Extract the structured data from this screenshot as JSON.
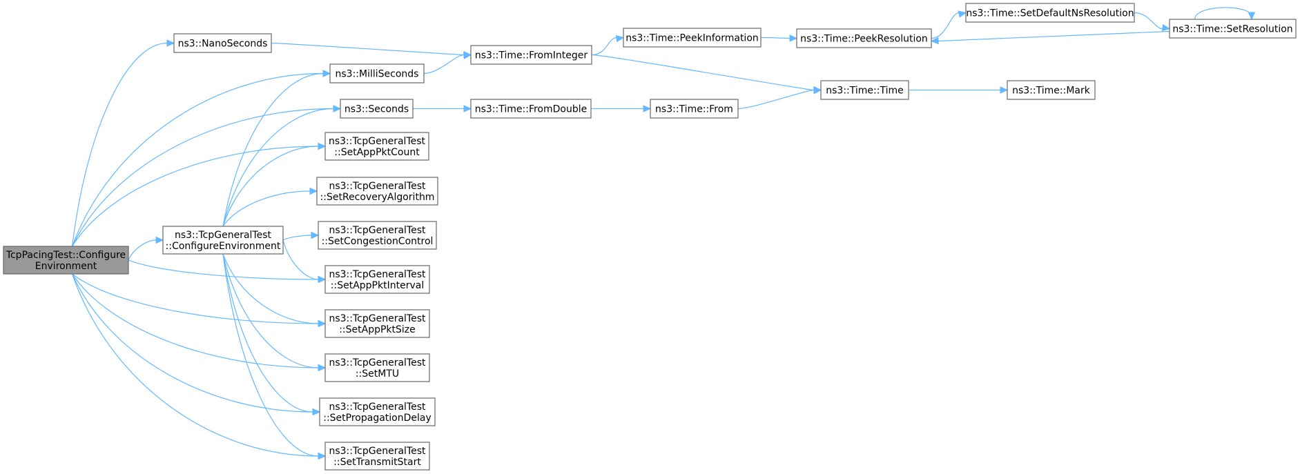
{
  "graph": {
    "nodes": [
      {
        "id": "root",
        "lines": [
          "TcpPacingTest::Configure",
          "Environment"
        ],
        "root": true
      },
      {
        "id": "nano",
        "lines": [
          "ns3::NanoSeconds"
        ]
      },
      {
        "id": "milli",
        "lines": [
          "ns3::MilliSeconds"
        ]
      },
      {
        "id": "seconds",
        "lines": [
          "ns3::Seconds"
        ]
      },
      {
        "id": "cfgenv",
        "lines": [
          "ns3::TcpGeneralTest",
          "::ConfigureEnvironment"
        ]
      },
      {
        "id": "pktcount",
        "lines": [
          "ns3::TcpGeneralTest",
          "::SetAppPktCount"
        ]
      },
      {
        "id": "recovery",
        "lines": [
          "ns3::TcpGeneralTest",
          "::SetRecoveryAlgorithm"
        ]
      },
      {
        "id": "congestion",
        "lines": [
          "ns3::TcpGeneralTest",
          "::SetCongestionControl"
        ]
      },
      {
        "id": "pktinterval",
        "lines": [
          "ns3::TcpGeneralTest",
          "::SetAppPktInterval"
        ]
      },
      {
        "id": "pktsize",
        "lines": [
          "ns3::TcpGeneralTest",
          "::SetAppPktSize"
        ]
      },
      {
        "id": "mtu",
        "lines": [
          "ns3::TcpGeneralTest",
          "::SetMTU"
        ]
      },
      {
        "id": "propdelay",
        "lines": [
          "ns3::TcpGeneralTest",
          "::SetPropagationDelay"
        ]
      },
      {
        "id": "txstart",
        "lines": [
          "ns3::TcpGeneralTest",
          "::SetTransmitStart"
        ]
      },
      {
        "id": "fromint",
        "lines": [
          "ns3::Time::FromInteger"
        ]
      },
      {
        "id": "fromdbl",
        "lines": [
          "ns3::Time::FromDouble"
        ]
      },
      {
        "id": "peekinfo",
        "lines": [
          "ns3::Time::PeekInformation"
        ]
      },
      {
        "id": "from",
        "lines": [
          "ns3::Time::From"
        ]
      },
      {
        "id": "peekres",
        "lines": [
          "ns3::Time::PeekResolution"
        ]
      },
      {
        "id": "time",
        "lines": [
          "ns3::Time::Time"
        ]
      },
      {
        "id": "setdefns",
        "lines": [
          "ns3::Time::SetDefaultNsResolution"
        ]
      },
      {
        "id": "mark",
        "lines": [
          "ns3::Time::Mark"
        ]
      },
      {
        "id": "setres",
        "lines": [
          "ns3::Time::SetResolution"
        ]
      }
    ],
    "edges": [
      {
        "from": "root",
        "to": "nano"
      },
      {
        "from": "root",
        "to": "milli"
      },
      {
        "from": "root",
        "to": "seconds"
      },
      {
        "from": "root",
        "to": "cfgenv"
      },
      {
        "from": "root",
        "to": "pktcount"
      },
      {
        "from": "root",
        "to": "pktinterval"
      },
      {
        "from": "root",
        "to": "pktsize"
      },
      {
        "from": "root",
        "to": "mtu"
      },
      {
        "from": "root",
        "to": "propdelay"
      },
      {
        "from": "root",
        "to": "txstart"
      },
      {
        "from": "cfgenv",
        "to": "milli"
      },
      {
        "from": "cfgenv",
        "to": "seconds"
      },
      {
        "from": "cfgenv",
        "to": "pktcount"
      },
      {
        "from": "cfgenv",
        "to": "recovery"
      },
      {
        "from": "cfgenv",
        "to": "congestion"
      },
      {
        "from": "cfgenv",
        "to": "pktinterval"
      },
      {
        "from": "cfgenv",
        "to": "pktsize"
      },
      {
        "from": "cfgenv",
        "to": "mtu"
      },
      {
        "from": "cfgenv",
        "to": "propdelay"
      },
      {
        "from": "cfgenv",
        "to": "txstart"
      },
      {
        "from": "nano",
        "to": "fromint"
      },
      {
        "from": "milli",
        "to": "fromint"
      },
      {
        "from": "seconds",
        "to": "fromdbl"
      },
      {
        "from": "fromint",
        "to": "peekinfo"
      },
      {
        "from": "fromint",
        "to": "time"
      },
      {
        "from": "fromdbl",
        "to": "from"
      },
      {
        "from": "from",
        "to": "time"
      },
      {
        "from": "peekinfo",
        "to": "peekres"
      },
      {
        "from": "peekres",
        "to": "setdefns"
      },
      {
        "from": "setdefns",
        "to": "setres"
      },
      {
        "from": "setres",
        "to": "peekres"
      },
      {
        "from": "setres",
        "to": "setres"
      },
      {
        "from": "time",
        "to": "mark"
      }
    ],
    "colors": {
      "edge": "#63b8ff",
      "root_fill": "#999999",
      "node_border": "#666666"
    }
  }
}
